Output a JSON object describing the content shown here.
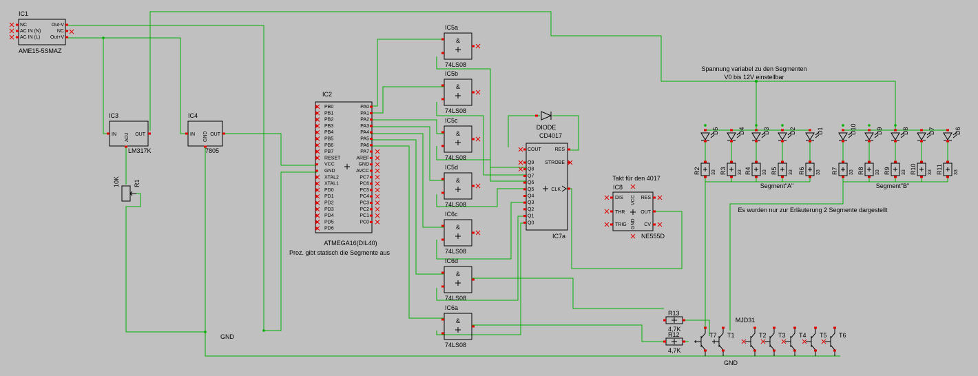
{
  "colors": {
    "background": "#c0c0c0",
    "wire": "#00b000",
    "pin": "#e00000",
    "component": "#000000"
  },
  "ic1": {
    "name": "IC1",
    "part": "AME15-5SMAZ",
    "left_pins": [
      "NC",
      "AC IN (N)",
      "AC IN (L)"
    ],
    "right_pins": [
      "Out-V",
      "NC",
      "Out+V"
    ]
  },
  "ic3": {
    "name": "IC3",
    "part": "LM317K",
    "pin_in": "IN",
    "pin_adj": "ADJ",
    "pin_out": "OUT"
  },
  "ic4": {
    "name": "IC4",
    "part": "7805",
    "pin_in": "IN",
    "pin_gnd": "GND",
    "pin_out": "OUT"
  },
  "r1": {
    "name": "R1",
    "value": "10K"
  },
  "ic2": {
    "name": "IC2",
    "part": "ATMEGA16(DIL40)",
    "left_pins": [
      "PB0",
      "PB1",
      "PB2",
      "PB3",
      "PB4",
      "PB5",
      "PB6",
      "PB7",
      "RESET",
      "VCC",
      "GND",
      "XTAL2",
      "XTAL1",
      "PD0",
      "PD1",
      "PD2",
      "PD3",
      "PD4",
      "PD5",
      "PD6"
    ],
    "right_pins": [
      "PA0",
      "PA1",
      "PA2",
      "PA3",
      "PA4",
      "PA5",
      "PA6",
      "PA7",
      "AREF",
      "GND",
      "AVCC",
      "PC7",
      "PC6",
      "PC5",
      "PC4",
      "PC3",
      "PC2",
      "PC1",
      "PC0"
    ]
  },
  "proc_note": "Proz. gibt statisch die Segmente aus",
  "gates": [
    {
      "name": "IC5a",
      "part": "74LS08"
    },
    {
      "name": "IC5b",
      "part": "74LS08"
    },
    {
      "name": "IC5c",
      "part": "74LS08"
    },
    {
      "name": "IC5d",
      "part": "74LS08"
    },
    {
      "name": "IC6c",
      "part": "74LS08"
    },
    {
      "name": "IC6d",
      "part": "74LS08"
    },
    {
      "name": "IC6a",
      "part": "74LS08"
    }
  ],
  "gate_symbol": "&",
  "diode": {
    "label": "DIODE"
  },
  "ic7": {
    "name": "IC7a",
    "part": "CD4017",
    "left_pins": [
      "COUT",
      "Q9",
      "Q8",
      "Q7",
      "Q6",
      "Q5",
      "Q4",
      "Q3",
      "Q2",
      "Q1",
      "Q0"
    ],
    "right_pins": [
      "RES",
      "STROBE",
      "CLK"
    ]
  },
  "ic8": {
    "name": "IC8",
    "part": "NE555D",
    "title": "Takt für den 4017",
    "pins": [
      "DIS",
      "THR",
      "TRIG",
      "VCC",
      "RES",
      "OUT",
      "GND",
      "CV"
    ]
  },
  "supply_note_1": "Spannung variabel zu den Segmenten",
  "supply_note_2": "V0 bis 12V einstellbar",
  "leds_a": [
    "D5",
    "D4",
    "D3",
    "D2",
    "D1"
  ],
  "leds_b": [
    "D10",
    "D9",
    "D8",
    "D7",
    "D6"
  ],
  "res_a": [
    "R2",
    "R3",
    "R4",
    "R5",
    "R6"
  ],
  "res_b": [
    "R7",
    "R8",
    "R9",
    "R10",
    "R11"
  ],
  "res_value": "33",
  "segment_a": "Segment\"A\"",
  "segment_b": "Segment\"B\"",
  "segments_note": "Es wurden nur zur Erläuterung 2 Segmente dargestellt",
  "r13": {
    "name": "R13",
    "value": "4,7K"
  },
  "r12": {
    "name": "R12",
    "value": "4,7K"
  },
  "transistor_part": "MJD31",
  "transistors": [
    "T7",
    "T1",
    "T2",
    "T3",
    "T4",
    "T5",
    "T6"
  ],
  "gnd_label": "GND"
}
